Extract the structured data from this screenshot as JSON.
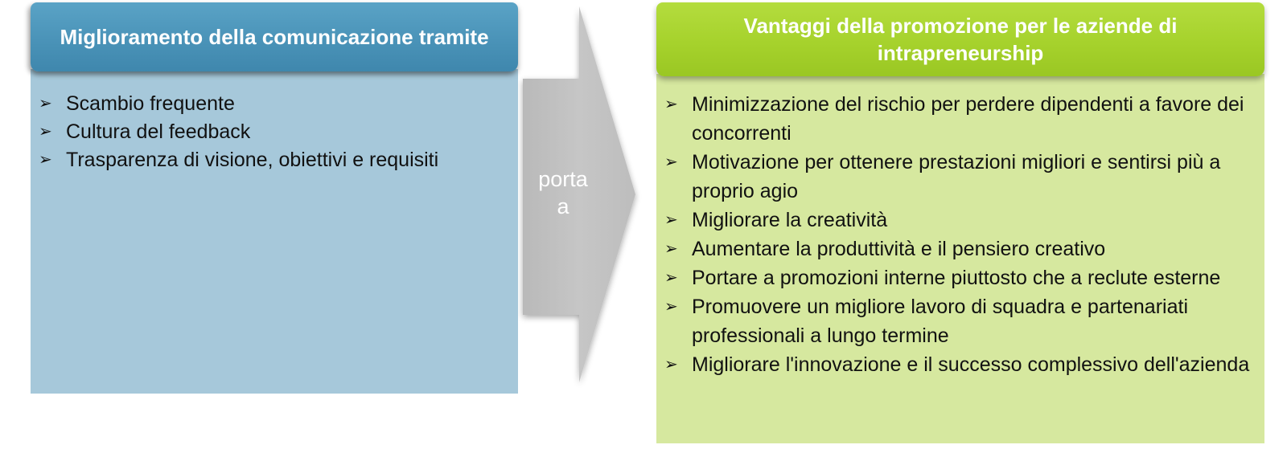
{
  "left_panel": {
    "title": "Miglioramento della comunicazione tramite",
    "items": [
      "Scambio frequente",
      "Cultura del feedback",
      "Trasparenza di visione, obiettivi e requisiti"
    ],
    "header_color": "#4a93b8",
    "body_color": "#a6c8da"
  },
  "connector": {
    "label_line1": "porta",
    "label_line2": "a",
    "color": "#c0c0c0"
  },
  "right_panel": {
    "title": "Vantaggi della promozione per le aziende di intrapreneurship",
    "items": [
      "Minimizzazione del rischio per perdere dipendenti a favore dei concorrenti",
      "Motivazione per ottenere prestazioni migliori e sentirsi più a proprio agio",
      "Migliorare la creatività",
      "Aumentare la produttività e il pensiero creativo",
      "Portare a promozioni interne piuttosto che a reclute esterne",
      "Promuovere un migliore lavoro di squadra e partenariati professionali a lungo termine",
      "Migliorare l'innovazione e il successo complessivo dell'azienda"
    ],
    "header_color": "#a6d22c",
    "body_color": "#d6e89f"
  },
  "bullet_icon": "right-arrowhead-icon"
}
